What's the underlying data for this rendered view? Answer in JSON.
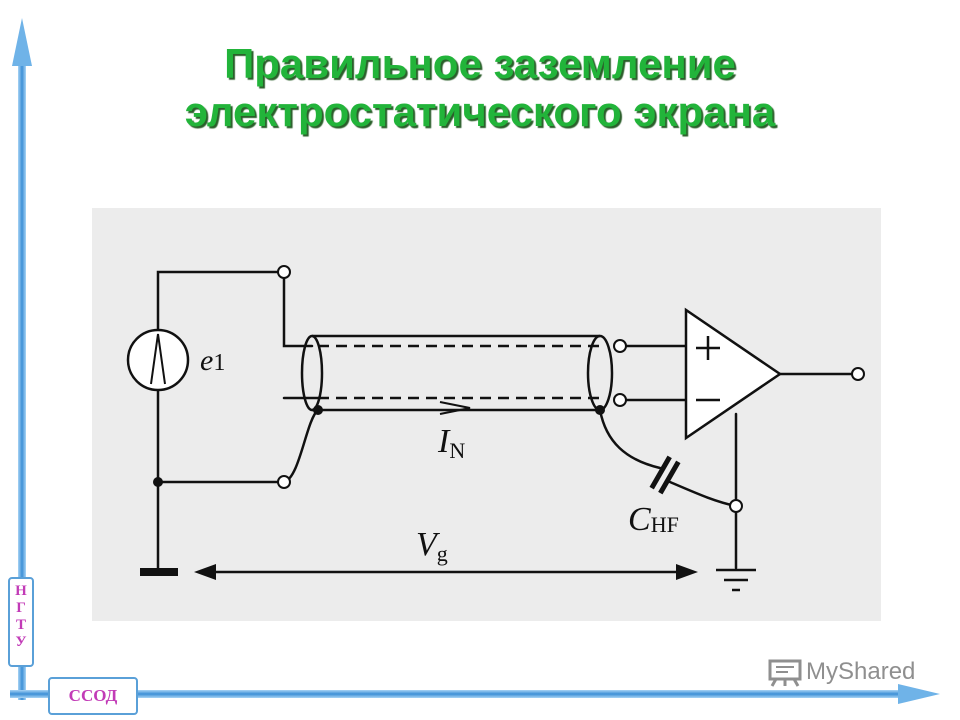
{
  "title": {
    "line1": "Правильное заземление",
    "line2": "электростатического экрана"
  },
  "badges": {
    "side_letters": [
      "Н",
      "Г",
      "Т",
      "У"
    ],
    "bottom": "ССОД"
  },
  "watermark": "MyShared",
  "circuit": {
    "source_label": "e",
    "source_sub": "1",
    "current_label": "I",
    "current_sub": "N",
    "voltage_label": "V",
    "voltage_sub": "g",
    "capacitor_label": "C",
    "capacitor_sub": "HF",
    "amp_plus": "+",
    "amp_minus": "−"
  },
  "colors": {
    "title": "#22b43a",
    "title_shadow": "#2b5f2b",
    "frame_blue": "#5aa0d8",
    "badge_text": "#c23bb7",
    "panel": "#ececec"
  }
}
